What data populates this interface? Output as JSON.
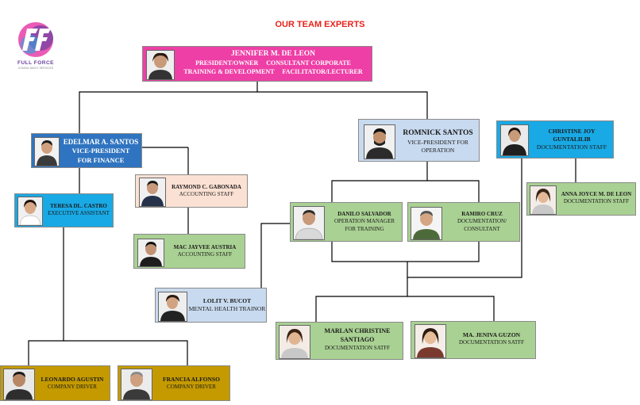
{
  "page_title": "OUR TEAM EXPERTS",
  "logo": {
    "text": "FULL FORCE",
    "subtext": "CONSULTANCY SERVICES",
    "colors": [
      "#e83ea8",
      "#6b3fa0",
      "#2aa5e0"
    ]
  },
  "members": {
    "ceo": {
      "name": "JENNIFER M. DE LEON",
      "role_line1": "PRESIDENT/OWNER     CONSULTANT CORPORATE",
      "role_line2": "TRAINING & DEVELOPMENT     FACILITATOR/LECTURER"
    },
    "vp_finance": {
      "name": "EDELMAR A. SANTOS",
      "role_line1": "VICE-PRESIDENT",
      "role_line2": "FOR FINANCE"
    },
    "vp_operation": {
      "name": "ROMNICK SANTOS",
      "role_line1": "VICE-PRESIDENT FOR",
      "role_line2": "OPERATION"
    },
    "christine": {
      "name_line1": "CHRISTINE JOY",
      "name_line2": "GUNTALILIB",
      "role": "DOCUMENTATION STAFF"
    },
    "anna": {
      "name": "ANNA JOYCE M. DE LEON",
      "role": "DOCUMENTATION STAFF"
    },
    "teresa": {
      "name": "TERESA DL. CASTRO",
      "role": "EXECUTIVE ASSISTANT"
    },
    "raymond": {
      "name": "RAYMOND C. GABONADA",
      "role": "ACCOUNTING STAFF"
    },
    "mac": {
      "name": "MAC JAYVEE AUSTRIA",
      "role": "ACCOUNTING STAFF"
    },
    "danilo": {
      "name": "DANILO SALVADOR",
      "role_line1": "OPERATION MANAGER",
      "role_line2": "FOR TRAINING"
    },
    "ramiro": {
      "name": "RAMIRO CRUZ",
      "role_line1": "DOCUMENTATION/",
      "role_line2": "CONSULTANT"
    },
    "lolit": {
      "name": "LOLIT V. BUCOT",
      "role": "MENTAL HEALTH TRAINOR"
    },
    "marlan": {
      "name_line1": "MARLAN CHRISTINE",
      "name_line2": "SANTIAGO",
      "role": "DOCUMENTATION SATFF"
    },
    "jeniva": {
      "name": "MA. JENIVA GUZON",
      "role": "DOCUMENTATION SATFF"
    },
    "leonardo": {
      "name": "LEONARDO AGUSTIN",
      "role": "COMPANY DRIVER"
    },
    "francia": {
      "name": "FRANCIA ALFONSO",
      "role": "COMPANY DRIVER"
    }
  },
  "colors": {
    "ceo": "#ee3fa6",
    "vp_finance": "#2f74c0",
    "vp_operation": "#c8daef",
    "assistant": "#19a9e5",
    "accounting_head": "#fbe1d3",
    "staff": "#a9d193",
    "driver": "#c49a00",
    "title": "#e8231c"
  }
}
